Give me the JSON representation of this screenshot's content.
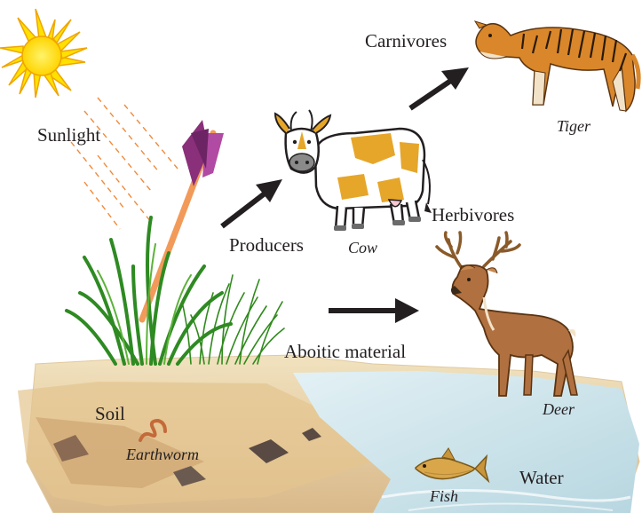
{
  "labels": {
    "sunlight": "Sunlight",
    "carnivores": "Carnivores",
    "tiger": "Tiger",
    "producers": "Producers",
    "cow": "Cow",
    "herbivores": "Herbivores",
    "aboitic": "Aboitic material",
    "deer": "Deer",
    "soil": "Soil",
    "earthworm": "Earthworm",
    "fish": "Fish",
    "water": "Water"
  },
  "icons": [
    "sun-icon",
    "sunlight-rays",
    "grass-icon",
    "arrow-feather-icon",
    "cow-icon",
    "tiger-icon",
    "deer-icon",
    "earthworm-icon",
    "fish-icon",
    "soil-ground",
    "water-body"
  ],
  "colors": {
    "sun": "#ffe100",
    "sun_stroke": "#f0a500",
    "ray": "#f08a3a",
    "arrow": "#231f20",
    "grass": "#3a9a2a",
    "soil": "#e9d3a8",
    "water": "#cfe6ee",
    "cow_spot": "#e6a62a",
    "deer": "#a5683a",
    "tiger": "#d9872a"
  }
}
